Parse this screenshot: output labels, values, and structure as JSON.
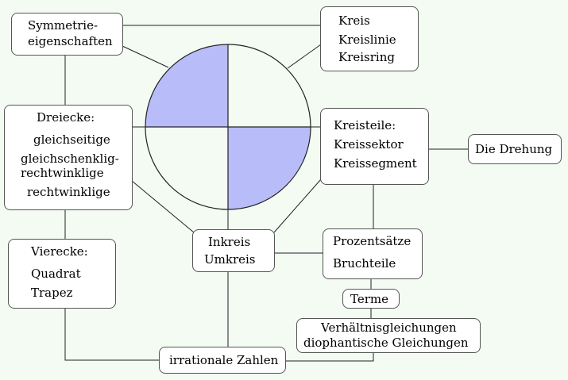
{
  "nodes": {
    "symmetrie": {
      "lines": [
        "Symmetrie-",
        "eigenschaften"
      ]
    },
    "kreis": {
      "lines": [
        "Kreis",
        "Kreislinie",
        "Kreisring"
      ]
    },
    "dreiecke": {
      "lines": [
        "Dreiecke:",
        "gleichseitige",
        "gleichschenklig-",
        "rechtwinklige",
        "rechtwinklige"
      ]
    },
    "kreisteile": {
      "lines": [
        "Kreisteile:",
        "Kreissektor",
        "Kreissegment"
      ]
    },
    "drehung": {
      "lines": [
        "Die Drehung"
      ]
    },
    "inkreis": {
      "lines": [
        "Inkreis",
        "Umkreis"
      ]
    },
    "prozent": {
      "lines": [
        "Prozentsätze",
        "Bruchteile"
      ]
    },
    "vierecke": {
      "lines": [
        "Vierecke:",
        "Quadrat",
        "Trapez"
      ]
    },
    "terme": {
      "lines": [
        "Terme"
      ]
    },
    "verhaeltnis": {
      "lines": [
        "Verhältnisgleichungen",
        "diophantische Gleichungen"
      ]
    },
    "irrational": {
      "lines": [
        "irrationale Zahlen"
      ]
    }
  },
  "colors": {
    "background": "#f3fbf3",
    "quadrant_fill": "#b8bcf8",
    "line": "#222222"
  }
}
